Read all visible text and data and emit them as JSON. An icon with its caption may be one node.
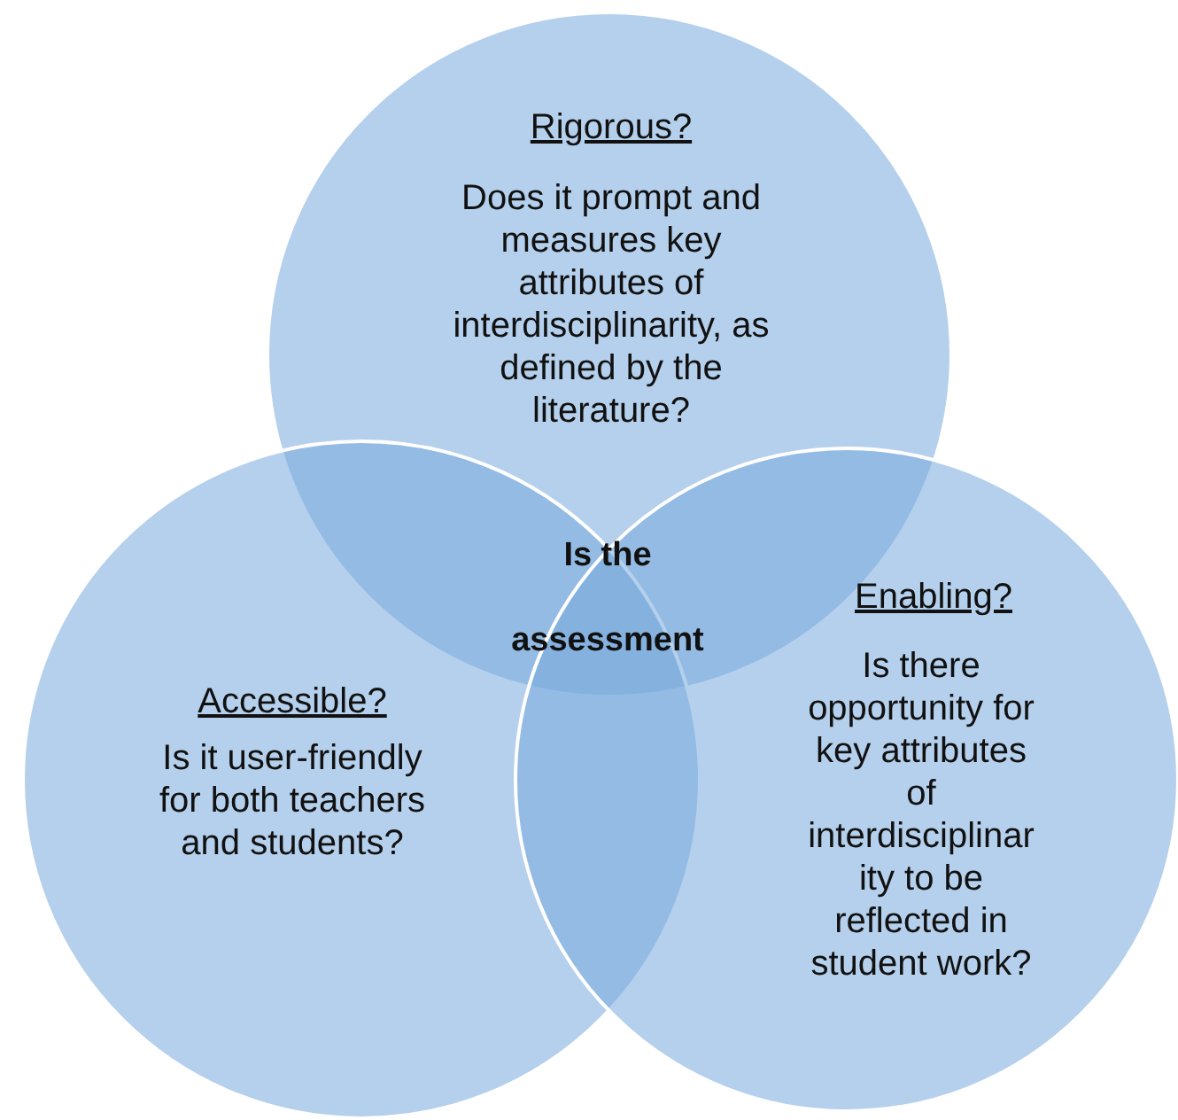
{
  "diagram": {
    "nodes": [
      {
        "text": [
          "Rigorous?",
          "Does it prompt and measures key attributes of interdisciplinarity, as defined by the literature?"
        ]
      },
      {
        "text": [
          "Accessible?",
          "Is it user-friendly for both teachers and students?"
        ]
      },
      {
        "text": [
          "Enabling?",
          "Is there opportunity for key attributes of interdisciplinarity to be reflected in student work?"
        ]
      }
    ],
    "labels": [
      "Is the assessment"
    ]
  }
}
